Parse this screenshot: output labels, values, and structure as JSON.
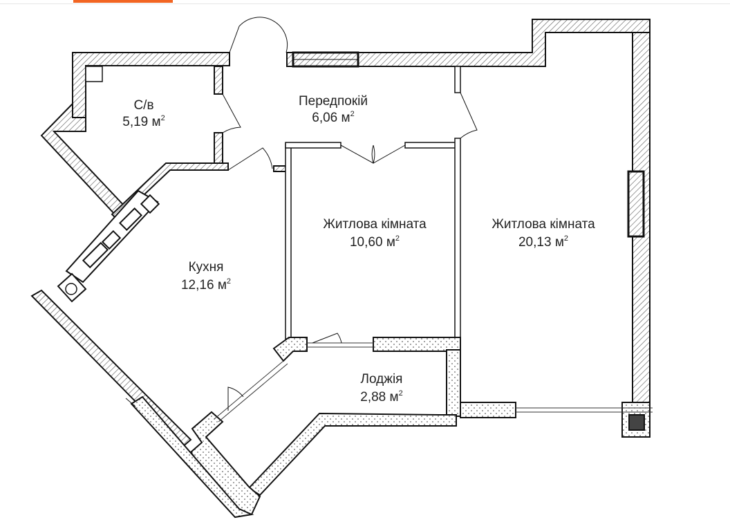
{
  "colors": {
    "accent": "#f26522",
    "wall": "#111111",
    "hatch": "#555555",
    "text": "#222222"
  },
  "rooms": [
    {
      "name": "С/в",
      "area": "5,19",
      "unit": "м",
      "unit_power": "2"
    },
    {
      "name": "Передпокій",
      "area": "6,06",
      "unit": "м",
      "unit_power": "2"
    },
    {
      "name": "Житлова кімната",
      "area": "10,60",
      "unit": "м",
      "unit_power": "2"
    },
    {
      "name": "Житлова кімната",
      "area": "20,13",
      "unit": "м",
      "unit_power": "2"
    },
    {
      "name": "Кухня",
      "area": "12,16",
      "unit": "м",
      "unit_power": "2"
    },
    {
      "name": "Лоджія",
      "area": "2,88",
      "unit": "м",
      "unit_power": "2"
    }
  ]
}
